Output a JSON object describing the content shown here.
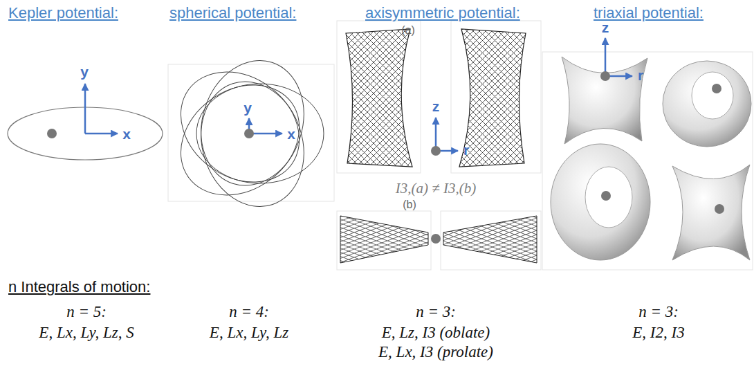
{
  "diagram": {
    "labels": [
      "Kepler potential:",
      "spherical potential:",
      "axisymmetric potential:",
      "triaxial potential:",
      "y",
      "x",
      "y",
      "x",
      "(a)",
      "z",
      "r",
      "I3,(a) ≠ I3,(b)",
      "(b)",
      "z",
      "r",
      "n Integrals of motion:",
      "n = 5:",
      "E, Lx, Ly, Lz, S",
      "n = 4:",
      "E, Lx, Ly, Lz",
      "n = 3:",
      "E, Lz, I3 (oblate)",
      "E, Lx, I3 (prolate)",
      "n = 3:",
      "E, I2, I3"
    ]
  }
}
